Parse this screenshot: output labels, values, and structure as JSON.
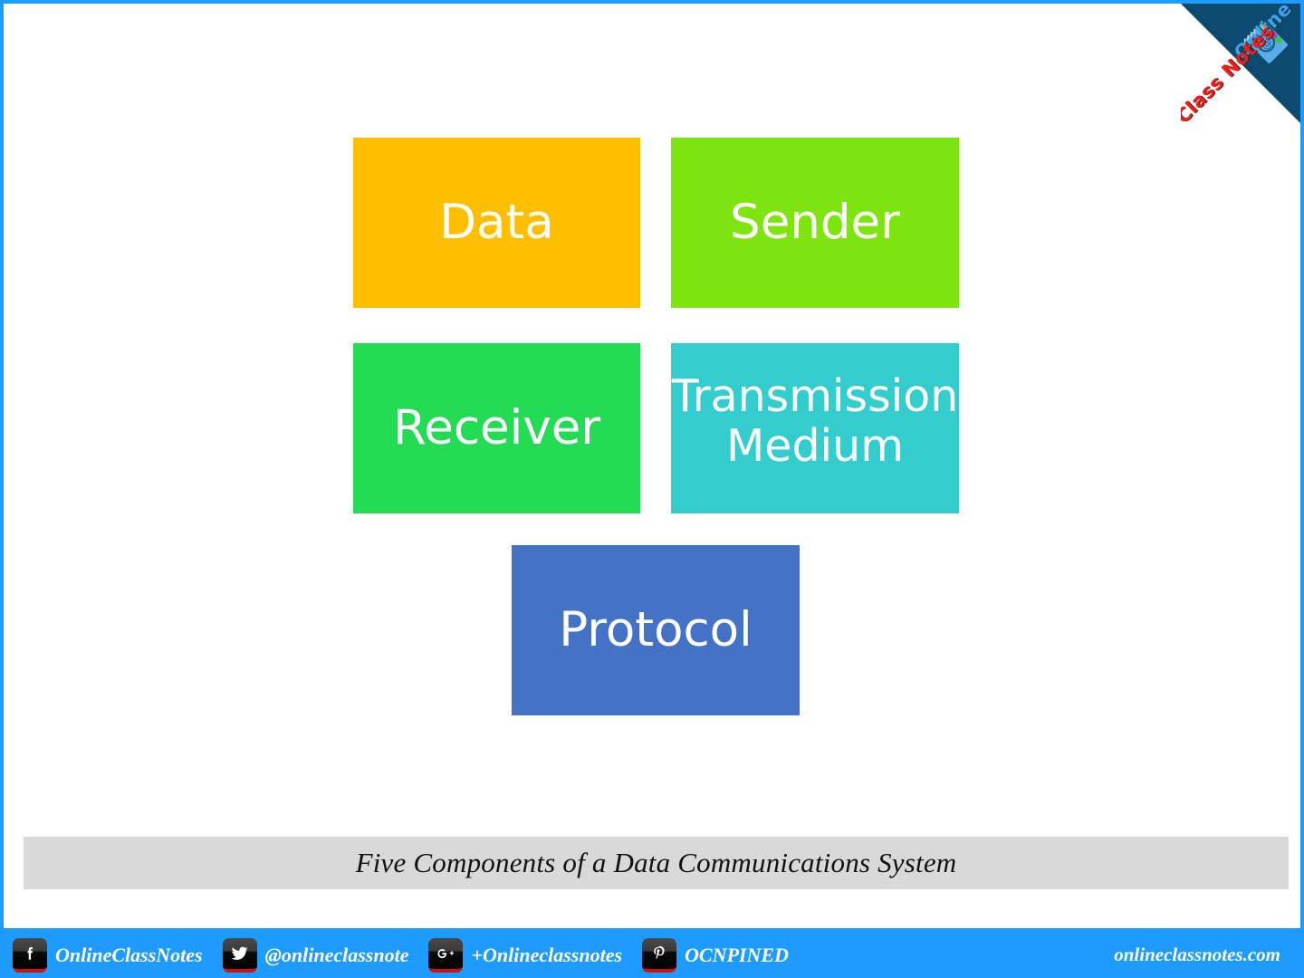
{
  "slide": {
    "border_color": "#1e9bff",
    "background": "#ffffff"
  },
  "ribbon": {
    "background": "#0c4a70",
    "line1": "Online",
    "line1_color": "#3aa4ea",
    "line2": "Class Notes",
    "line2_color": "#e8221e",
    "icon": "notebook-icon"
  },
  "diagram": {
    "type": "block-diagram",
    "boxes": [
      {
        "label": "Data",
        "color": "#ffbf00",
        "row": 1,
        "col": 1
      },
      {
        "label": "Sender",
        "color": "#7fe511",
        "row": 1,
        "col": 2
      },
      {
        "label": "Receiver",
        "color": "#23dc54",
        "row": 2,
        "col": 1
      },
      {
        "label": "Transmission Medium",
        "color": "#33cdcd",
        "row": 2,
        "col": 2
      },
      {
        "label": "Protocol",
        "color": "#4472c4",
        "row": 3,
        "col": 1
      }
    ]
  },
  "caption": {
    "text": "Five Components of a Data Communications System",
    "background": "#d9d9d9"
  },
  "footer": {
    "background": "#1e9bff",
    "social": [
      {
        "icon": "facebook-icon",
        "label": "OnlineClassNotes"
      },
      {
        "icon": "twitter-icon",
        "label": "@onlineclassnote"
      },
      {
        "icon": "googleplus-icon",
        "label": "+Onlineclassnotes"
      },
      {
        "icon": "pinterest-icon",
        "label": "OCNPINED"
      }
    ],
    "website": "onlineclassnotes.com"
  }
}
